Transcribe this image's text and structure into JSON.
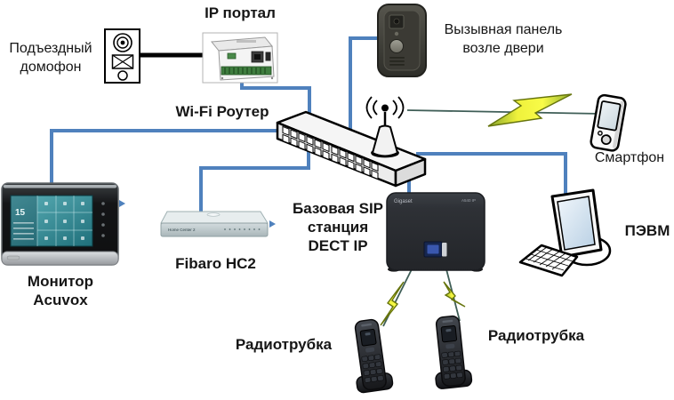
{
  "diagram": {
    "colors": {
      "connection_blue": "#4f81bd",
      "cable_black": "#000000",
      "wireless_line": "#3f5e57",
      "bolt_yellow": "#f8fb48",
      "bolt_green": "#8fae2f"
    },
    "nodes": {
      "entrance_intercom": {
        "label": "Подъездный\nдомофон"
      },
      "ip_portal": {
        "label": "IP портал"
      },
      "door_panel": {
        "label": "Вызывная панель\nвозле двери"
      },
      "wifi_router": {
        "label": "Wi-Fi Роутер"
      },
      "smartphone": {
        "label": "Смартфон"
      },
      "monitor": {
        "label": "Монитор\nAcuvox",
        "screen_time": "15"
      },
      "fibaro": {
        "label": "Fibaro HC2",
        "device_text": "Home Center 2"
      },
      "sip_base": {
        "label": "Базовая SIP\nстанция\nDECT IP",
        "brand": "Gigaset",
        "model": "A540 IP"
      },
      "pc": {
        "label": "ПЭВМ"
      },
      "handset_left": {
        "label": "Радиотрубка"
      },
      "handset_right": {
        "label": "Радиотрубка"
      }
    },
    "connections": [
      {
        "from": "entrance_intercom",
        "to": "ip_portal",
        "type": "cable"
      },
      {
        "from": "ip_portal",
        "to": "wifi_router",
        "type": "ethernet"
      },
      {
        "from": "door_panel",
        "to": "wifi_router",
        "type": "ethernet"
      },
      {
        "from": "wifi_router",
        "to": "monitor",
        "type": "ethernet"
      },
      {
        "from": "wifi_router",
        "to": "fibaro",
        "type": "ethernet"
      },
      {
        "from": "wifi_router",
        "to": "sip_base",
        "type": "ethernet"
      },
      {
        "from": "wifi_router",
        "to": "pc",
        "type": "ethernet"
      },
      {
        "from": "wifi_router",
        "to": "smartphone",
        "type": "wifi"
      },
      {
        "from": "sip_base",
        "to": "handset_left",
        "type": "dect"
      },
      {
        "from": "sip_base",
        "to": "handset_right",
        "type": "dect"
      }
    ]
  }
}
